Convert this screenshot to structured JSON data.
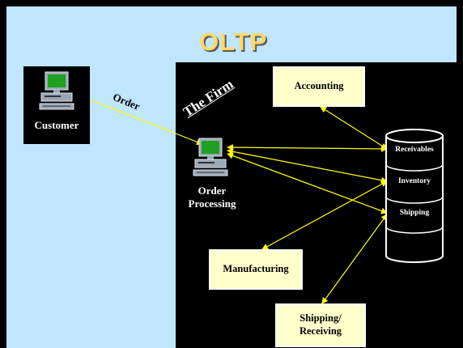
{
  "title": "OLTP",
  "firm_label": "The Firm",
  "customer_label": "Customer",
  "order_label": "Order",
  "order_processing_label": [
    "Order",
    "Processing"
  ],
  "accounting_label": "Accounting",
  "manufacturing_label": "Manufacturing",
  "shipping_receiving_label": [
    "Shipping/",
    "Receiving"
  ],
  "database": {
    "segments": [
      "Receivables",
      "Inventory",
      "Shipping"
    ]
  },
  "colors": {
    "background": "#bfe5ff",
    "title": "#ffd966",
    "box_fill": "#ffffcc",
    "arrow": "#ffff00",
    "panel": "#000000"
  },
  "icons": [
    "computer-icon",
    "database-cylinder-icon"
  ]
}
